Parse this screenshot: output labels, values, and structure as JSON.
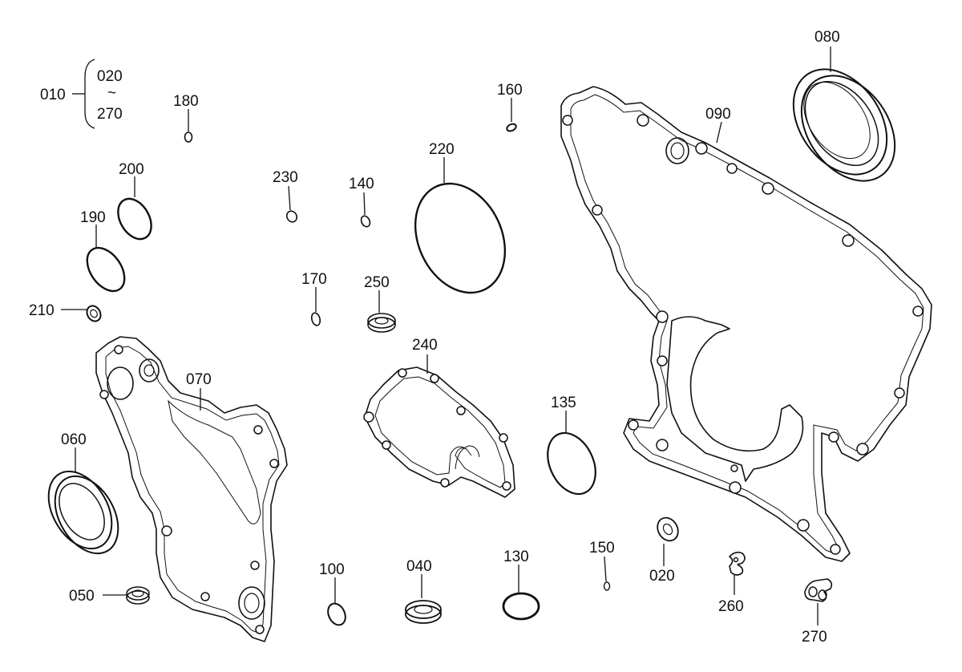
{
  "diagram": {
    "group": {
      "id": "010",
      "from": "020",
      "tilde": "~",
      "to": "270"
    },
    "labels": {
      "l080": "080",
      "l090": "090",
      "l160": "160",
      "l180": "180",
      "l200": "200",
      "l190": "190",
      "l210": "210",
      "l230": "230",
      "l140": "140",
      "l220": "220",
      "l170": "170",
      "l250": "250",
      "l240": "240",
      "l070": "070",
      "l060": "060",
      "l050": "050",
      "l135": "135",
      "l100": "100",
      "l040": "040",
      "l130": "130",
      "l150": "150",
      "l020": "020",
      "l260": "260",
      "l270": "270"
    }
  }
}
